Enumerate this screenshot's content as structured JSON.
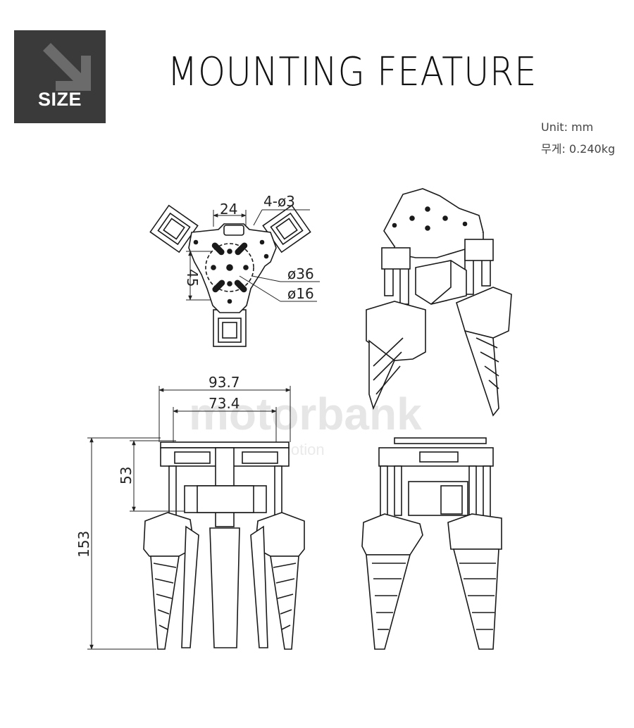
{
  "header": {
    "badge_label": "SIZE",
    "title": "MOUNTING FEATURE"
  },
  "specs": {
    "unit": "Unit: mm",
    "weight": "무게: 0.240kg"
  },
  "watermark": {
    "brand": "motorbank",
    "tagline": "Total Motion"
  },
  "dimensions": {
    "top_view": {
      "width": "24",
      "holes": "4-ø3",
      "height": "45",
      "outer_diameter": "ø36",
      "inner_diameter": "ø16"
    },
    "front_view": {
      "overall_width": "93.7",
      "plate_width": "73.4",
      "upper_height": "53",
      "total_height": "153"
    }
  },
  "colors": {
    "badge": "#3a3a3a",
    "line": "#1a1a1a",
    "watermark": "#e8e8e8"
  }
}
